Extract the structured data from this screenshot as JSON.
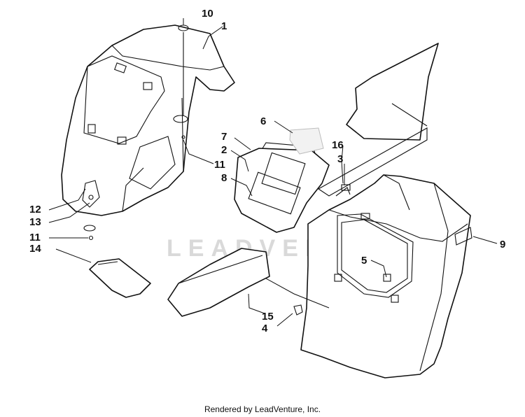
{
  "callouts": {
    "c1": "1",
    "c2": "2",
    "c3": "3",
    "c4": "4",
    "c5": "5",
    "c6": "6",
    "c7": "7",
    "c8": "8",
    "c9": "9",
    "c10": "10",
    "c11a": "11",
    "c11b": "11",
    "c12": "12",
    "c13": "13",
    "c14": "14",
    "c15": "15",
    "c16": "16"
  },
  "watermark": "LEADVENTURE",
  "footer": "Rendered by LeadVenture, Inc."
}
